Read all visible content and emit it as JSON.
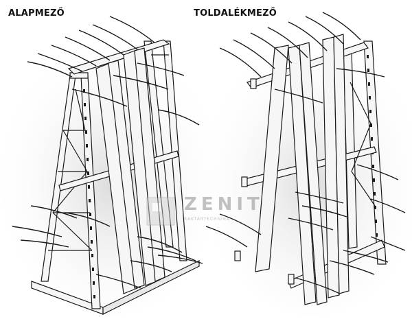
{
  "labels": {
    "left": "ALAPMEZŐ",
    "right": "TOLDALÉKMEZŐ"
  },
  "watermark": {
    "brand": "ZENIT",
    "subtitle": "RAKTÁRTECHNIKA"
  },
  "colors": {
    "line": "#1a1a1a",
    "frame_fill": "#f6f6f6",
    "shadow": "#e2e2e2"
  }
}
